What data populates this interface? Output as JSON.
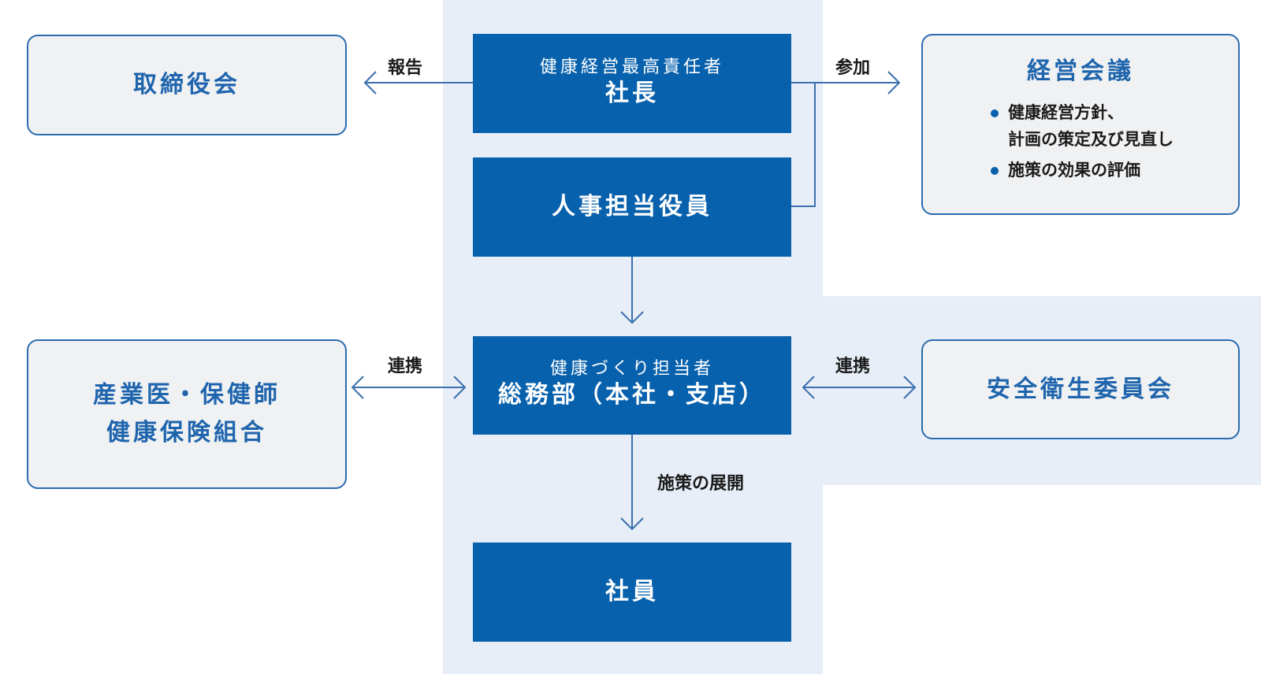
{
  "colors": {
    "primary_blue": "#0761ad",
    "light_band": "#e7eef7",
    "gray_box_bg": "#f0f1f3",
    "border_blue": "#2b6cb0",
    "connector": "#3b6fae"
  },
  "nodes": {
    "president": {
      "sub": "健康経営最高責任者",
      "main": "社長"
    },
    "hr_executive": {
      "main": "人事担当役員"
    },
    "general_affairs": {
      "sub": "健康づくり担当者",
      "main": "総務部（本社・支店）"
    },
    "employees": {
      "main": "社員"
    },
    "board": {
      "main": "取締役会"
    },
    "medical": {
      "line1": "産業医・保健師",
      "line2": "健康保険組合"
    },
    "management_meeting": {
      "title": "経営会議",
      "items": [
        "健康経営方針、\n計画の策定及び見直し",
        "施策の効果の評価"
      ]
    },
    "safety_committee": {
      "main": "安全衛生委員会"
    }
  },
  "edges": {
    "report": "報告",
    "participate": "参加",
    "collab_left": "連携",
    "collab_right": "連携",
    "deploy": "施策の展開"
  }
}
